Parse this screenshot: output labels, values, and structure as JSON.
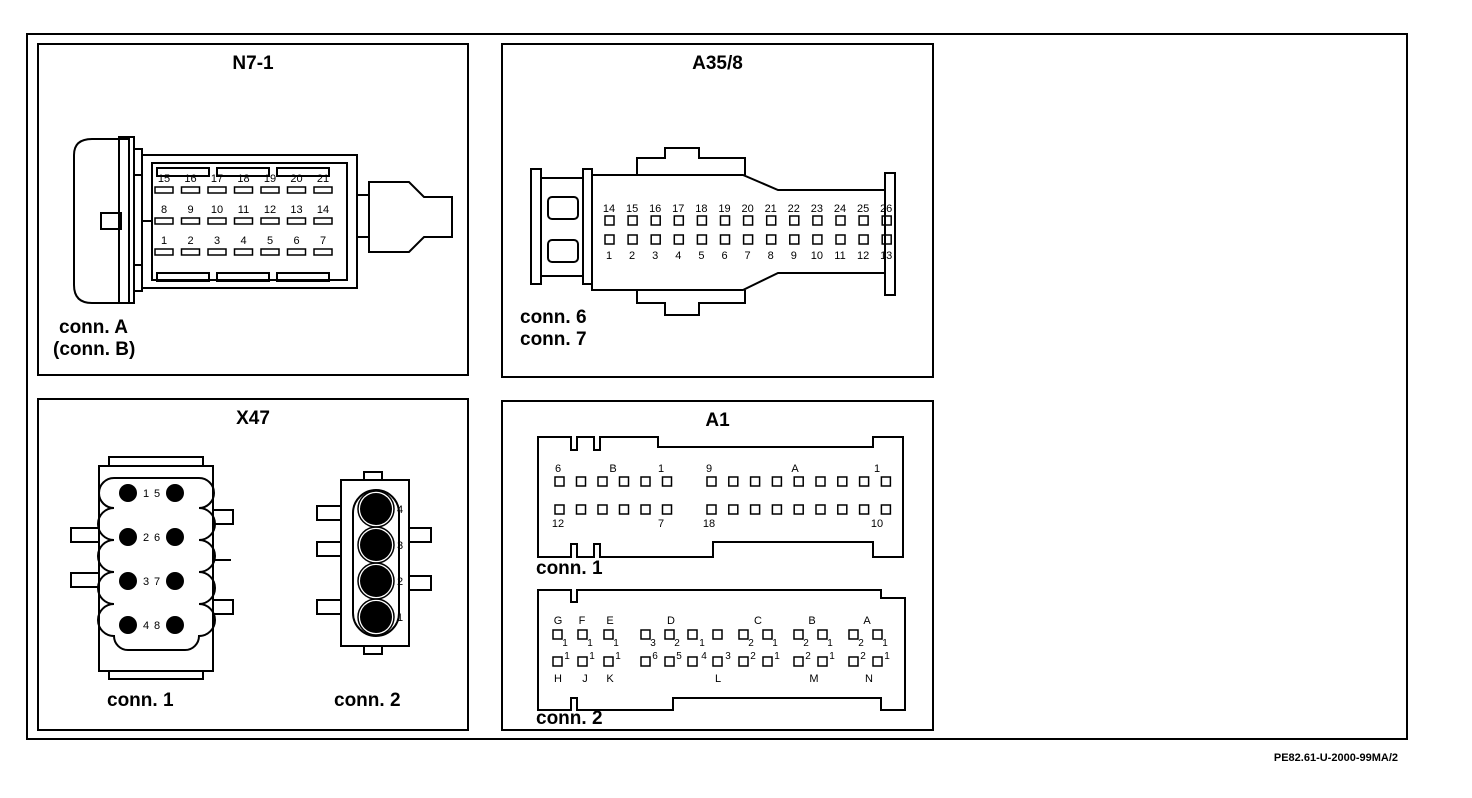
{
  "reference_code": "PE82.61-U-2000-99MA/2",
  "panels": {
    "n7_1": {
      "title": "N7-1",
      "connector_labels": [
        "conn. A",
        "(conn. B)"
      ],
      "pin_rows": [
        [
          "15",
          "16",
          "17",
          "18",
          "19",
          "20",
          "21"
        ],
        [
          "8",
          "9",
          "10",
          "11",
          "12",
          "13",
          "14"
        ],
        [
          "1",
          "2",
          "3",
          "4",
          "5",
          "6",
          "7"
        ]
      ]
    },
    "a35_8": {
      "title": "A35/8",
      "connector_labels": [
        "conn. 6",
        "conn. 7"
      ],
      "pin_rows": [
        [
          "14",
          "15",
          "16",
          "17",
          "18",
          "19",
          "20",
          "21",
          "22",
          "23",
          "24",
          "25",
          "26"
        ],
        [
          "1",
          "2",
          "3",
          "4",
          "5",
          "6",
          "7",
          "8",
          "9",
          "10",
          "11",
          "12",
          "13"
        ]
      ]
    },
    "x47": {
      "title": "X47",
      "conn1_label": "conn. 1",
      "conn2_label": "conn. 2",
      "conn1_pins": [
        [
          "1",
          "5"
        ],
        [
          "2",
          "6"
        ],
        [
          "3",
          "7"
        ],
        [
          "4",
          "8"
        ]
      ],
      "conn2_pins": [
        "4",
        "3",
        "2",
        "1"
      ]
    },
    "a1": {
      "title": "A1",
      "conn1_label": "conn. 1",
      "conn2_label": "conn. 2",
      "conn1_top_labels": [
        "6",
        "B",
        "1",
        "9",
        "A",
        "1"
      ],
      "conn1_bottom_labels": [
        "12",
        "7",
        "18",
        "10"
      ],
      "conn2_top_labels": [
        "G",
        "F",
        "E",
        "D",
        "C",
        "B",
        "A"
      ],
      "conn2_bottom_labels": [
        "H",
        "J",
        "K",
        "L",
        "M",
        "N"
      ],
      "conn2_row1_subs": [
        "1",
        "1",
        "1",
        "3",
        "2",
        "1",
        "2",
        "1",
        "2",
        "1",
        "2",
        "1"
      ],
      "conn2_row2_subs": [
        "1",
        "1",
        "1",
        "6",
        "5",
        "4",
        "3",
        "2",
        "1",
        "2",
        "1",
        "2",
        "1"
      ]
    }
  }
}
